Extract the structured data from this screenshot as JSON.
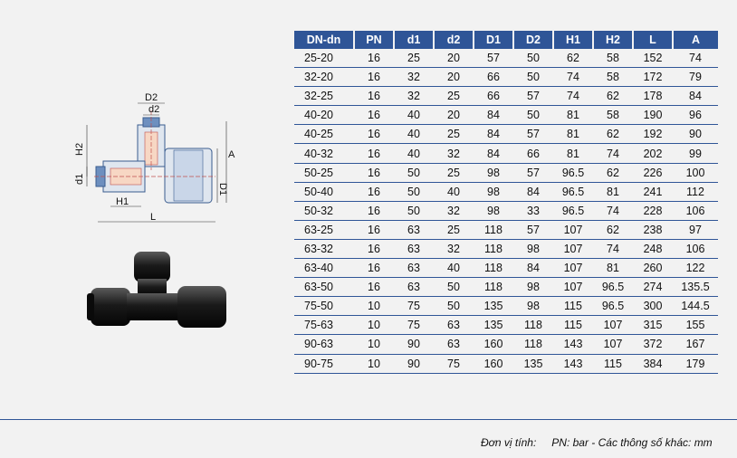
{
  "drawing": {
    "labels": {
      "d2_outer": "D2",
      "d2_inner": "d2",
      "h2": "H2",
      "d1": "d1",
      "h1": "H1",
      "l": "L",
      "a": "A",
      "d1_outer": "D1"
    }
  },
  "table": {
    "headers": [
      "DN-dn",
      "PN",
      "d1",
      "d2",
      "D1",
      "D2",
      "H1",
      "H2",
      "L",
      "A"
    ],
    "rows": [
      [
        "25-20",
        "16",
        "25",
        "20",
        "57",
        "50",
        "62",
        "58",
        "152",
        "74"
      ],
      [
        "32-20",
        "16",
        "32",
        "20",
        "66",
        "50",
        "74",
        "58",
        "172",
        "79"
      ],
      [
        "32-25",
        "16",
        "32",
        "25",
        "66",
        "57",
        "74",
        "62",
        "178",
        "84"
      ],
      [
        "40-20",
        "16",
        "40",
        "20",
        "84",
        "50",
        "81",
        "58",
        "190",
        "96"
      ],
      [
        "40-25",
        "16",
        "40",
        "25",
        "84",
        "57",
        "81",
        "62",
        "192",
        "90"
      ],
      [
        "40-32",
        "16",
        "40",
        "32",
        "84",
        "66",
        "81",
        "74",
        "202",
        "99"
      ],
      [
        "50-25",
        "16",
        "50",
        "25",
        "98",
        "57",
        "96.5",
        "62",
        "226",
        "100"
      ],
      [
        "50-40",
        "16",
        "50",
        "40",
        "98",
        "84",
        "96.5",
        "81",
        "241",
        "112"
      ],
      [
        "50-32",
        "16",
        "50",
        "32",
        "98",
        "33",
        "96.5",
        "74",
        "228",
        "106"
      ],
      [
        "63-25",
        "16",
        "63",
        "25",
        "118",
        "57",
        "107",
        "62",
        "238",
        "97"
      ],
      [
        "63-32",
        "16",
        "63",
        "32",
        "118",
        "98",
        "107",
        "74",
        "248",
        "106"
      ],
      [
        "63-40",
        "16",
        "63",
        "40",
        "118",
        "84",
        "107",
        "81",
        "260",
        "122"
      ],
      [
        "63-50",
        "16",
        "63",
        "50",
        "118",
        "98",
        "107",
        "96.5",
        "274",
        "135.5"
      ],
      [
        "75-50",
        "10",
        "75",
        "50",
        "135",
        "98",
        "115",
        "96.5",
        "300",
        "144.5"
      ],
      [
        "75-63",
        "10",
        "75",
        "63",
        "135",
        "118",
        "115",
        "107",
        "315",
        "155"
      ],
      [
        "90-63",
        "10",
        "90",
        "63",
        "160",
        "118",
        "143",
        "107",
        "372",
        "167"
      ],
      [
        "90-75",
        "10",
        "90",
        "75",
        "160",
        "135",
        "143",
        "115",
        "384",
        "179"
      ]
    ]
  },
  "footer": {
    "unit_label": "Đơn vị tính:",
    "unit_text": "PN: bar - Các thông số khác: mm"
  }
}
